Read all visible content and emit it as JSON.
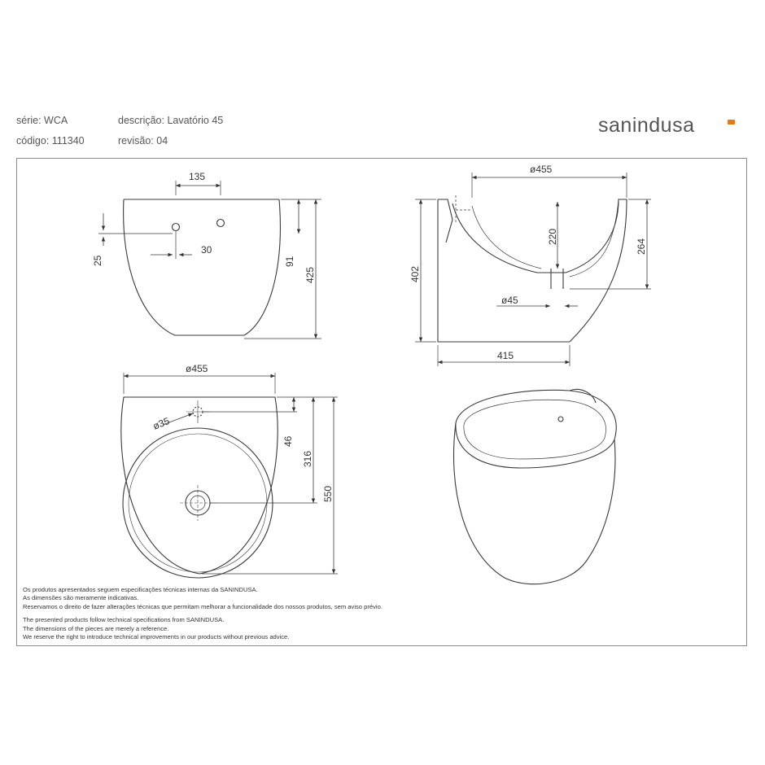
{
  "header": {
    "serie_label": "série: WCA",
    "codigo_label": "código: 111340",
    "descricao_label": "descrição: Lavatório 45",
    "revisao_label": "revisão: 04",
    "brand_san": "san",
    "brand_indusa": "indusa"
  },
  "dimensions": {
    "front": {
      "d135": "135",
      "d30": "30",
      "d25": "25",
      "d91": "91",
      "d425": "425"
    },
    "section": {
      "d455": "ø455",
      "d220": "220",
      "d264": "264",
      "d402": "402",
      "d45": "ø45",
      "d415": "415"
    },
    "top": {
      "d455": "ø455",
      "d35": "ø35",
      "d46": "46",
      "d316": "316",
      "d550": "550"
    }
  },
  "notes": {
    "pt": [
      "Os produtos apresentados seguem especificações técnicas internas da SANINDUSA.",
      "As dimensões são meramente indicativas.",
      "Reservamos o direito de fazer alterações técnicas que permitam melhorar a funcionalidade dos nossos produtos, sem aviso prévio."
    ],
    "en": [
      "The presented products follow technical specifications from SANINDUSA.",
      "The dimensions of the pieces are merely a reference.",
      "We reserve the right to introduce technical improvements in our products without previous advice."
    ]
  },
  "colors": {
    "line": "#3a3a3a",
    "accent": "#e07a1a"
  }
}
